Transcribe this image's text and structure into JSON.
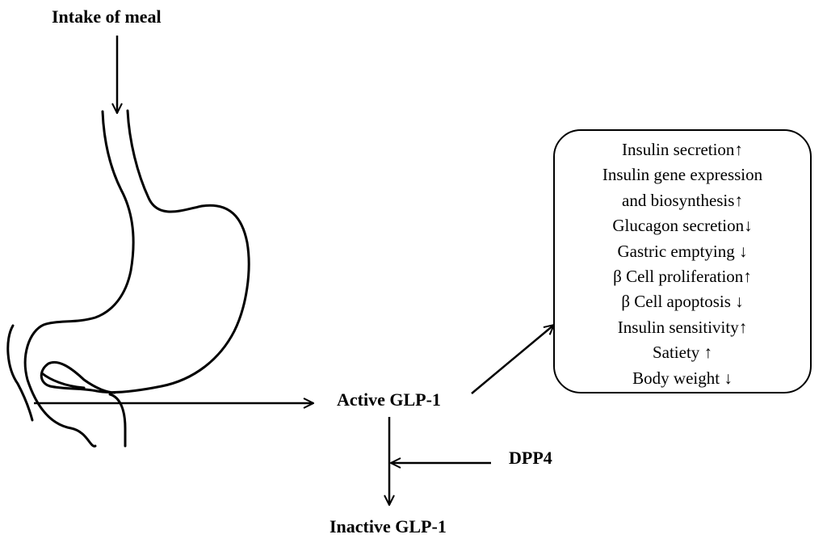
{
  "title": "Intake of meal",
  "active_label": "Active GLP-1",
  "dpp4_label": "DPP4",
  "inactive_label": "Inactive GLP-1",
  "effects": [
    "Insulin secretion↑",
    "Insulin gene expression",
    "and biosynthesis↑",
    "Glucagon secretion↓",
    "Gastric emptying ↓",
    "β Cell proliferation↑",
    "β Cell apoptosis ↓",
    "Insulin sensitivity↑",
    "Satiety ↑",
    "Body weight ↓"
  ]
}
